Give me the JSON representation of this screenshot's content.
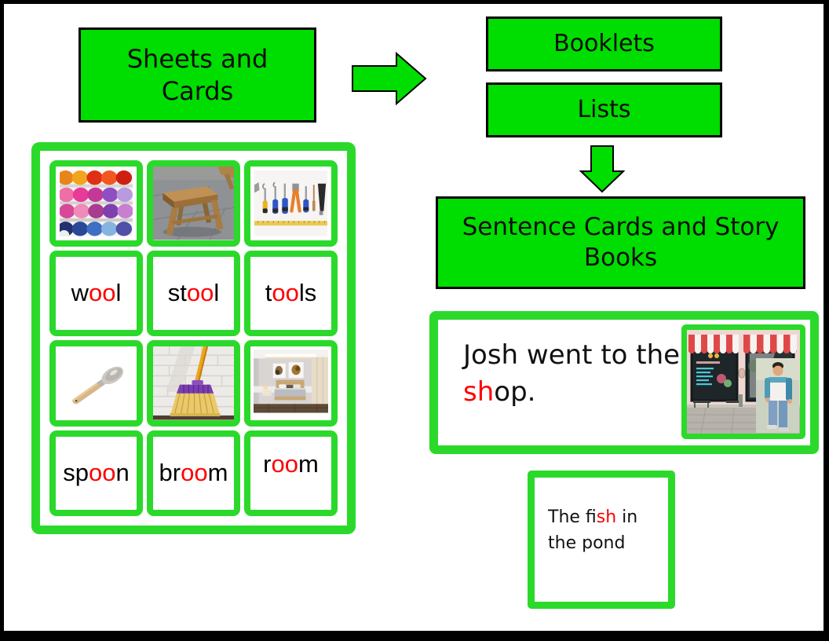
{
  "colors": {
    "box_green": "#00dd00",
    "card_border_green": "#2bd92b",
    "highlight_red": "#ff0000",
    "outline_black": "#000000"
  },
  "flowchart": {
    "sheets_cards_label": "Sheets and Cards",
    "booklets_label": "Booklets",
    "lists_label": "Lists",
    "sentence_story_label": "Sentence Cards and Story Books",
    "icons": {
      "right_arrow": "right-arrow",
      "down_arrow": "down-arrow"
    }
  },
  "word_grid": {
    "picture_cards": [
      {
        "image": "yarn-wool-photo"
      },
      {
        "image": "wooden-stool-photo"
      },
      {
        "image": "hanging-tools-photo"
      },
      {
        "image": "spoon-photo"
      },
      {
        "image": "broom-photo"
      },
      {
        "image": "bedroom-photo"
      }
    ],
    "word_cards": [
      {
        "word": "wool",
        "prefix": "w",
        "highlight": "oo",
        "suffix": "l"
      },
      {
        "word": "stool",
        "prefix": "st",
        "highlight": "oo",
        "suffix": "l"
      },
      {
        "word": "tools",
        "prefix": "t",
        "highlight": "oo",
        "suffix": "ls"
      },
      {
        "word": "spoon",
        "prefix": "sp",
        "highlight": "oo",
        "suffix": "n"
      },
      {
        "word": "broom",
        "prefix": "br",
        "highlight": "oo",
        "suffix": "m"
      },
      {
        "word": "room",
        "prefix": "r",
        "highlight": "oo",
        "suffix": "m"
      }
    ]
  },
  "sentence_card": {
    "sentence": "Josh went to the shop.",
    "prefix": "Josh went to the ",
    "highlight": "sh",
    "suffix": "op.",
    "image": "shop-storefront-photo"
  },
  "story_card": {
    "sentence": "The fish in the pond",
    "prefix": "The fi",
    "highlight": "sh",
    "suffix": " in the pond"
  }
}
